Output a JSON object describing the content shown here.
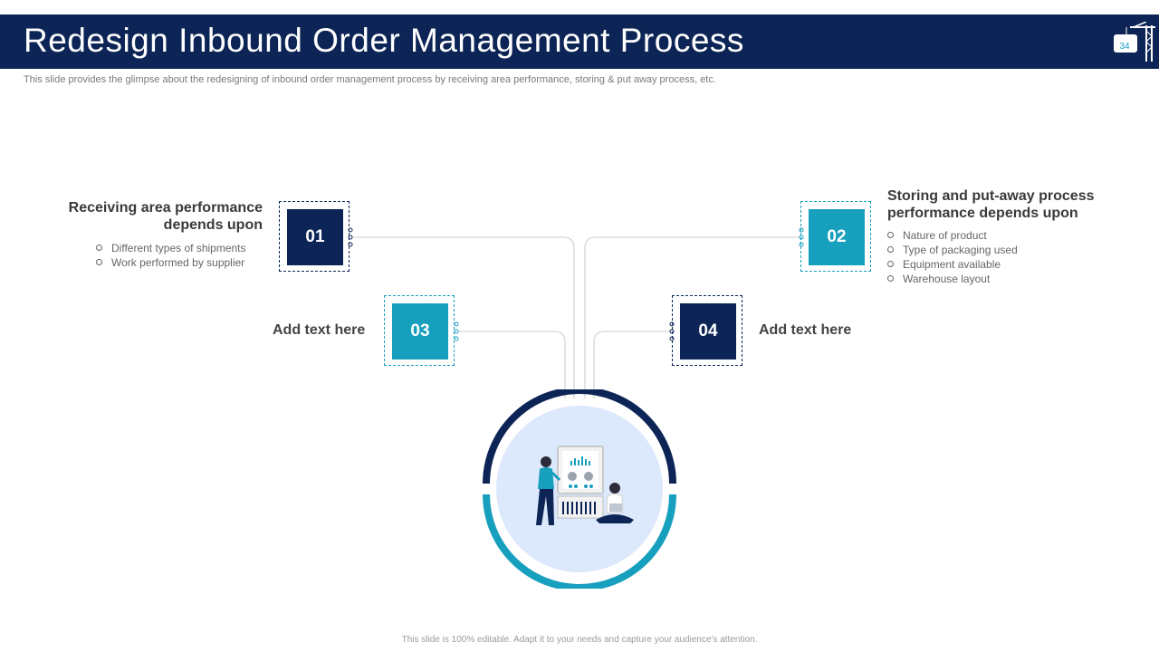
{
  "header": {
    "title": "Redesign Inbound Order Management Process",
    "page_number": "34",
    "page_icon": "crane-icon",
    "background_color": "#0d2556"
  },
  "subtitle": "This slide provides the glimpse about the redesigning of inbound order management process by receiving area performance, storing & put away process, etc.",
  "steps": [
    {
      "number": "01",
      "title_line1": "Receiving area performance",
      "title_line2": "depends upon",
      "bullets": [
        "Different  types of shipments",
        "Work performed  by supplier"
      ],
      "color": "#0d2556"
    },
    {
      "number": "02",
      "title_line1": "Storing and put-away process",
      "title_line2": "performance depends upon",
      "bullets": [
        "Nature of product",
        "Type of packaging used",
        "Equipment available",
        "Warehouse layout"
      ],
      "color": "#179fbe"
    },
    {
      "number": "03",
      "text": "Add text here",
      "color": "#179fbe"
    },
    {
      "number": "04",
      "text": "Add text here",
      "color": "#0d2556"
    }
  ],
  "center_illustration": "team-dashboard-illustration",
  "footer": "This slide is 100% editable.  Adapt it to your needs and capture your audience's attention."
}
